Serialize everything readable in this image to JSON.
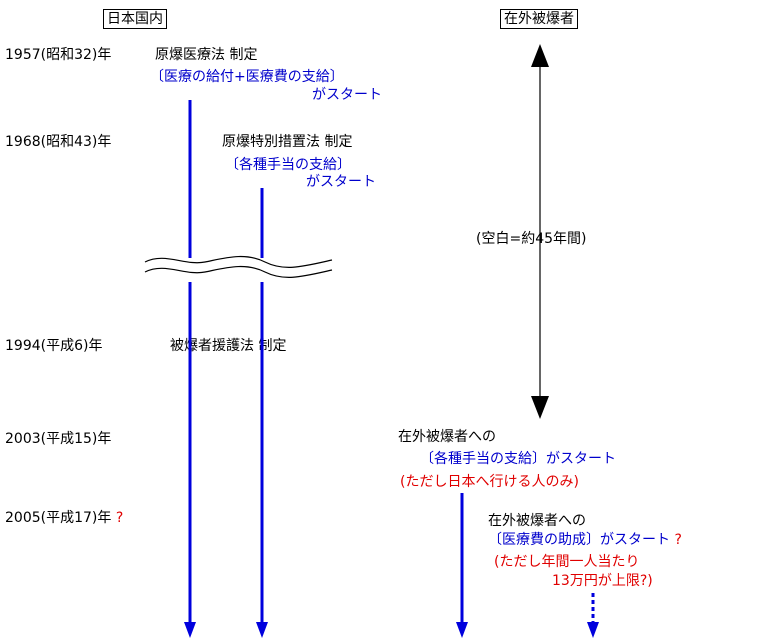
{
  "headers": {
    "domestic": "日本国内",
    "overseas": "在外被爆者"
  },
  "years": {
    "y1957": "1957(昭和32)年",
    "y1968": "1968(昭和43)年",
    "y1994": "1994(平成6)年",
    "y2003": "2003(平成15)年",
    "y2005": "2005(平成17)年",
    "y2005_mark": "?"
  },
  "events": {
    "law1957": "原爆医療法 制定",
    "law1957_benefit": "〔医療の給付+医療費の支給〕",
    "law1957_start": "がスタート",
    "law1968": "原爆特別措置法 制定",
    "law1968_benefit": "〔各種手当の支給〕",
    "law1968_start": "がスタート",
    "law1994": "被爆者援護法 制定",
    "blank_period": "(空白=約45年間)",
    "ov2003_title": "在外被爆者への",
    "ov2003_benefit": "〔各種手当の支給〕がスタート",
    "ov2003_note": "(ただし日本へ行ける人のみ)",
    "ov2005_title": "在外被爆者への",
    "ov2005_benefit": "〔医療費の助成〕がスタート",
    "ov2005_mark": "?",
    "ov2005_note1": "(ただし年間一人当たり",
    "ov2005_note2": "13万円が上限?)"
  },
  "colors": {
    "arrow_blue": "#0000dd",
    "text_blue": "#0000cc",
    "text_red": "#e00000",
    "black": "#000000"
  }
}
